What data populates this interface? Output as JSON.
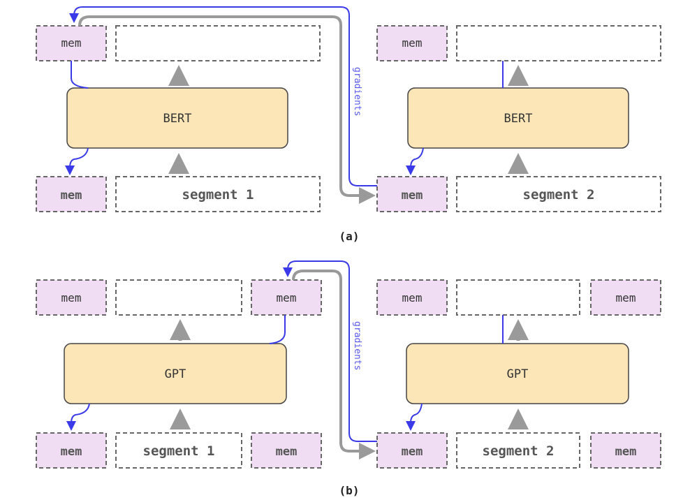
{
  "colors": {
    "memory_fill": "#f0dcf3",
    "block_fill": "#fce6b7",
    "dashed_border": "#666666",
    "gradient_line": "#3a3ae8",
    "gray_arrow": "#9a9a9a",
    "block_border": "#444444"
  },
  "diagram_a": {
    "caption": "(a)",
    "model_label": "BERT",
    "mem_label": "mem",
    "segment_1_label": "segment 1",
    "segment_2_label": "segment 2",
    "gradients_label": "gradients"
  },
  "diagram_b": {
    "caption": "(b)",
    "model_label": "GPT",
    "mem_label": "mem",
    "segment_1_label": "segment 1",
    "segment_2_label": "segment 2",
    "gradients_label": "gradients"
  }
}
